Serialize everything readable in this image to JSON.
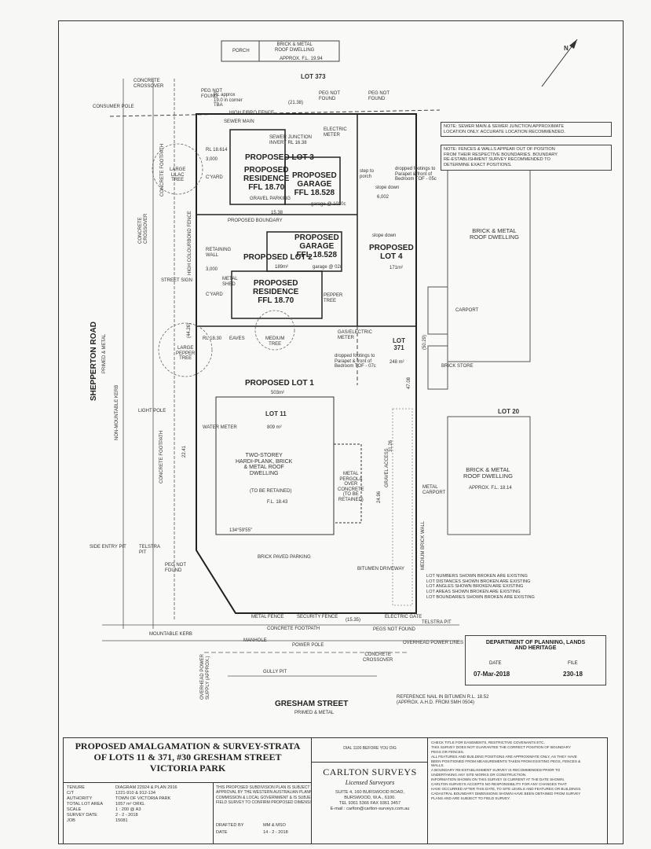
{
  "top": {
    "porch": "PORCH",
    "dwelling": "BRICK & METAL\nROOF DWELLING",
    "dwelling_fl": "APPROX. F.L. 19.94",
    "lot_373": "LOT 373",
    "north": "N"
  },
  "left": {
    "concrete_crossover": "CONCRETE\nCROSSOVER",
    "consumer_pole": "CONSUMER POLE",
    "peg_not_found_1": "PEG NOT\nFOUND",
    "rl_approx": "RL approx\n19.0 in corner\nTBA",
    "high_fibro_fence": "HIGH FIBRO FENCE",
    "dim_2138": "(21.38)",
    "concrete_footpath": "CONCRETE FOOTPATH",
    "concrete_crossover_2": "CONCRETE\nCROSSOVER",
    "large_lilac_tree": "LARGE\nLILAC\nTREE",
    "street_sign": "STREET SIGN",
    "shepperton_road": "SHEPPERTON ROAD",
    "primed_metal": "PRIMED & METAL",
    "non_mountable_kerb": "NON-MOUNTABLE KERB",
    "light_pole": "LIGHT POLE",
    "concrete_footpath_2": "CONCRETE FOOTPATH",
    "large_pepper_tree": "LARGE\nPEPPER\nTREE",
    "side_entry_pit": "SIDE ENTRY PIT",
    "telstra_pit": "TELSTRA\nPIT",
    "peg_not_found_2": "PEG NOT\nFOUND"
  },
  "plan": {
    "peg_not_found_top": "PEG NOT\nFOUND",
    "peg_not_found_top2": "PEG NOT\nFOUND",
    "sewer_main": "SEWER MAIN",
    "sewer_junction": "SEWER JUNCTION\nINVERT RL 16.38",
    "electric_meter": "ELECTRIC\nMETER",
    "proposed_lot3": "PROPOSED LOT 3",
    "proposed_residence_1": "PROPOSED\nRESIDENCE\nFFL 18.70",
    "proposed_garage_1": "PROPOSED\nGARAGE\nFFL 18.528",
    "gravel_parking": "GRAVEL PARKING",
    "cyard_1": "C'YARD",
    "dim_3000_1": "3,000",
    "rl_18614_a": "RL 18.614",
    "step_porch": "step to\nporch",
    "dropped_footings_1": "dropped footings to\nParapet & front of\nBedroom TOF - 05c",
    "slope_down_1": "slope down",
    "dim_6002": "6,002",
    "garage_dim_1": "garage @ 1020c",
    "dim_1538": "15.38",
    "proposed_boundary": "PROPOSED BOUNDARY",
    "high_colourbond_fence": "HIGH COLOURBOND FENCE",
    "retaining_wall": "RETAINING\nWALL",
    "proposed_lot2": "PROPOSED LOT 2",
    "area_lot2": "189m²",
    "proposed_garage_2": "PROPOSED\nGARAGE\nFFL 18.528",
    "garage_dim_2": "garage @ 02c",
    "proposed_lot4": "PROPOSED\nLOT 4",
    "area_lot4": "171m²",
    "slope_down_2": "slope down",
    "dim_3000_2": "3,000",
    "metal_shed": "METAL\nSHED",
    "cyard_2": "C'YARD",
    "proposed_residence_2": "PROPOSED\nRESIDENCE\nFFL 18.70",
    "pepper_tree": "PEPPER\nTREE",
    "rl_1830": "RL 18.30",
    "eaves": "EAVES",
    "medium_tree": "MEDIUM\nTREE",
    "gas_meter": "GAS/ELECTRIC\nMETER",
    "dropped_footings_2": "dropped footings to\nParapet & front of\nBedroom TOF - 07c",
    "lot_371": "LOT\n371",
    "area_lot371": "248 m²",
    "proposed_lot1": "PROPOSED LOT 1",
    "area_lot1": "503m²",
    "lot_11": "LOT 11",
    "area_lot11": "809 m²",
    "water_meter": "WATER METER",
    "two_storey": "TWO-STOREY\nHARDI-PLANK, BRICK\n& METAL ROOF\nDWELLING",
    "to_be_retained_1": "(TO BE RETAINED)",
    "fl_1843": "F.L. 18.43",
    "metal_pergola": "METAL\nPERGOLA\nOVER\nCONCRETE\n(TO BE\nRETAINED)",
    "gravel_access": "GRAVEL ACCESS",
    "bearing_134": "134°59'55\"",
    "brick_paved_parking": "BRICK PAVED PARKING",
    "bitumen_driveway": "BITUMEN DRIVEWAY",
    "metal_fence": "METAL FENCE",
    "security_fence": "SECURITY FENCE",
    "electric_gate": "ELECTRIC GATE",
    "dim_1535": "(15.35)",
    "dim_2241": "22.41",
    "dim_4426": "(44.26)",
    "dim_5029": "(50.29)",
    "dim_2496": "24.96",
    "dim_4708": "47.08",
    "dim_3126": "31.26",
    "medium_brick_wall": "MEDIUM BRICK WALL"
  },
  "right": {
    "note_sewer": "NOTE: SEWER MAIN & SEWER JUNCTION APPROXIMATE\nLOCATION ONLY. ACCURATE LOCATION RECOMMENDED.",
    "note_fences": "NOTE: FENCES & WALLS APPEAR OUT OF POSITION\nFROM THEIR RESPECTIVE BOUNDARIES. BOUNDARY\nRE-ESTABLISHMENT SURVEY RECOMMENDED TO\nDETERMINE EXACT POSITIONS.",
    "dwelling_right": "BRICK & METAL\nROOF DWELLING",
    "carport": "CARPORT",
    "brick_store": "BRICK STORE",
    "lot_20": "LOT 20",
    "dwelling_right_2": "BRICK & METAL\nROOF DWELLING",
    "approx_fl": "APPROX. F.L. 18.14",
    "metal_carport": "METAL\nCARPORT",
    "legend": "LOT NUMBERS SHOWN BROKEN ARE EXISTING\nLOT DISTANCES SHOWN BROKEN ARE EXISTING\nLOT ANGLES SHOWN BROKEN ARE EXISTING\nLOT AREAS SHOWN BROKEN ARE EXISTING\nLOT BOUNDARIES SHOWN BROKEN ARE EXISTING"
  },
  "bottom": {
    "telstra_pit": "TELSTRA PIT",
    "pegs_not_found": "PEGS NOT FOUND",
    "concrete_footpath": "CONCRETE FOOTPATH",
    "manhole": "MANHOLE",
    "power_pole": "POWER POLE",
    "overhead_power_lines": "OVERHEAD POWER LINES",
    "concrete_crossover": "CONCRETE\nCROSSOVER",
    "gully_pit": "GULLY PIT",
    "overhead_power_supply": "OVERHEAD POWER\nSUPPLY (APPROX.)",
    "mountable_kerb": "MOUNTABLE KERB",
    "gresham_street": "GRESHAM STREET",
    "primed_metal": "PRIMED & METAL",
    "reference_nail": "REFERENCE NAIL IN BITUMEN R.L. 18.52\n(APPROX. A.H.D. FROM SMH 0504)"
  },
  "stamp": {
    "department": "DEPARTMENT OF PLANNING, LANDS\nAND HERITAGE",
    "date_label": "DATE",
    "file_label": "FILE",
    "date": "07-Mar-2018",
    "file": "230-18"
  },
  "title_block": {
    "title": "PROPOSED AMALGAMATION & SURVEY-STRATA\nOF LOTS 11 & 371, #30 GRESHAM STREET\nVICTORIA PARK",
    "rows": [
      {
        "label": "TENURE",
        "value": "DIAGRAM 22924 & PLAN 2916"
      },
      {
        "label": "C/T",
        "value": "1221-910 & 912-134"
      },
      {
        "label": "AUTHORITY",
        "value": "TOWN OF VICTORIA PARK"
      },
      {
        "label": "TOTAL LOT AREA",
        "value": "1057 m² ORIG."
      },
      {
        "label": "SCALE",
        "value": "1 : 200 @ A3"
      },
      {
        "label": "SURVEY DATE",
        "value": "2 - 2 - 2018"
      },
      {
        "label": "JOB",
        "value": "15081"
      }
    ],
    "subdivision_note": "THIS PROPOSED SUBDIVISION PLAN IS SUBJECT TO\nAPPROVAL BY THE WESTERN AUSTRALIAN PLANNING\nCOMMISSION & LOCAL GOVERNMENT & IS SUBJECT TO\nFIELD SURVEY TO CONFIRM PROPOSED DIMENSIONS.",
    "drafted_by_label": "DRAFTED BY",
    "drafted_by": "MM & MSO",
    "date_label": "DATE",
    "date": "14 - 2 - 2018",
    "dial_before": "DIAL 1100 BEFORE YOU DIG",
    "company": "CARLTON SURVEYS",
    "company_sub": "Licensed Surveyors",
    "address": "SUITE 4, 160 BURSWOOD ROAD,\nBURSWOOD, W.A., 6100.\nTEL 9361 5366 FAX 9361 3457\nE-mail : carlton@carlton-surveys.com.au",
    "disclaimer": "CHECK TITLE FOR EASEMENTS, RESTRICTIVE COVENANTS ETC.\nTHIS SURVEY DOES NOT GUARANTEE THE CORRECT POSITION OF BOUNDARY\nPEGS OR FENCES.\nALL FEATURES AND BUILDING POSITIONS ARE APPROXIMATE ONLY, AS THEY HAVE\nBEEN POSITIONED FROM MEASUREMENTS TAKEN FROM EXISTING PEGS, FENCES &\nWALLS.\nA BOUNDARY RE-ESTABLISHMENT SURVEY IS RECOMMENDED PRIOR TO\nUNDERTAKING ANY SITE WORKS OR CONSTRUCTION.\nINFORMATION SHOWN ON THIS SURVEY IS CURRENT AT THE DATE SHOWN.\nCARLTON SURVEYS ACCEPTS NO RESPONSIBILITY FOR ANY CHANGES THAT\nHAVE OCCURRED AFTER THIS DATE, TO SITE LEVELS AND FEATURES OR BUILDINGS.\nCADASTRAL BOUNDARY DIMENSIONS SHOWN HAVE BEEN OBTAINED FROM SURVEY\nPLANS AND ARE SUBJECT TO FIELD SURVEY."
  }
}
